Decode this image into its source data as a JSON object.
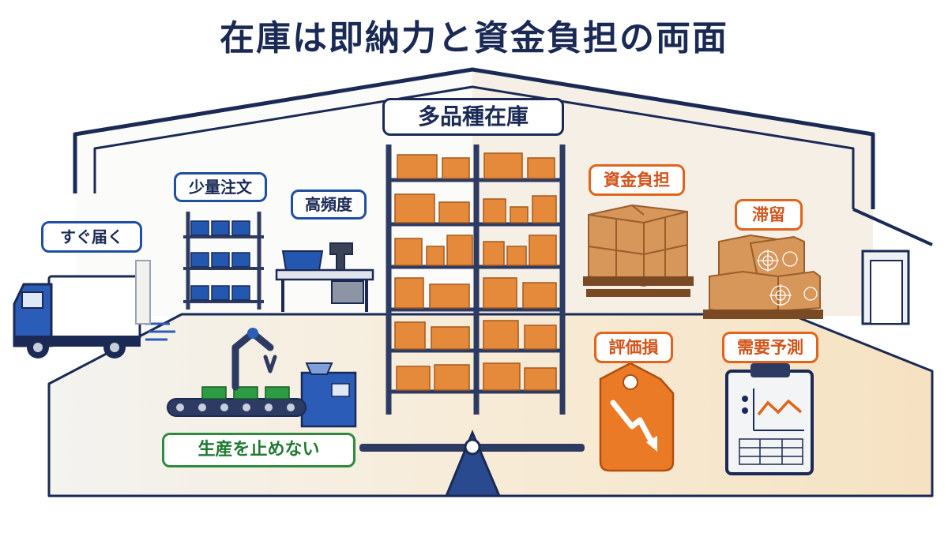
{
  "title": "在庫は即納力と資金負担の両面",
  "center_label": "多品種在庫",
  "benefits": {
    "quick_delivery": "すぐ届く",
    "small_orders": "少量注文",
    "high_frequency": "高頻度",
    "no_stop": "生産を止めない"
  },
  "burdens": {
    "capital": "資金負担",
    "stagnation": "滞留",
    "valuation_loss": "評価損",
    "demand_forecast": "需要予測"
  },
  "colors": {
    "navy": "#1b2a55",
    "blue": "#1f4fa0",
    "orange": "#e0641b",
    "green": "#2e8b3d",
    "box": "#d9985a",
    "floor": "#f7e7cf"
  }
}
